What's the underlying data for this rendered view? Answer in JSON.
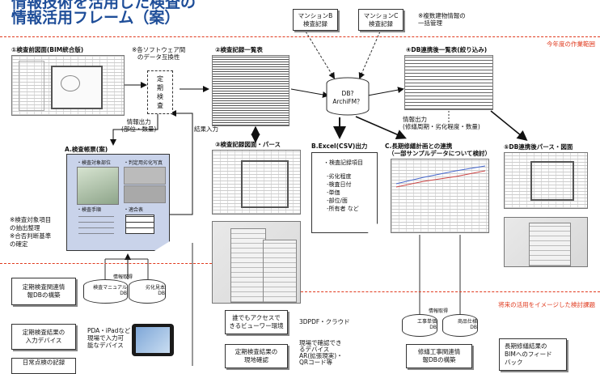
{
  "header": {
    "title_line1": "情報技術を活用した検査の",
    "title_line2": "情報活用フレーム（案）"
  },
  "top_boxes": {
    "mansion_b": [
      "マンションB",
      "検査記録"
    ],
    "mansion_c": [
      "マンションC",
      "検査記録"
    ],
    "multi_note": [
      "※複数建物情報の",
      "一括管理"
    ]
  },
  "scope": {
    "this_year": "今年度の作業範囲",
    "future": "将来の活用をイメージした検討課題"
  },
  "sections": {
    "s1": "①検査前図面(BIM統合版)",
    "s2": "②検査記録一覧表",
    "s3": "③検査記録図面・パース",
    "s4": "④DB連携後一覧表(絞り込み)",
    "s5": "⑤DB連携後パース・図面"
  },
  "interop_note": [
    "※各ソフトウェア間",
    "のデータ互換性"
  ],
  "periodic": [
    "定",
    "期",
    "検",
    "査"
  ],
  "info_out_left": [
    "情報出力",
    "(部位・数量)"
  ],
  "result_input": "結果入力",
  "sheet": {
    "title": "A.検査帳票(案)",
    "col1": "・検査対象部位",
    "col2": "・判定用劣化写真",
    "col3": "・検査手順",
    "col4": "・適合表"
  },
  "left_notes": [
    "※検査対象項目",
    "の抽出整理",
    "※合否判断基準",
    "の確定"
  ],
  "info_get": "情報取得",
  "db_left": {
    "manual": [
      "検査マニュアル",
      "DB"
    ],
    "deterioration": [
      "劣化見本",
      "DB"
    ]
  },
  "db_center": [
    "DB?",
    "ArchiFM？"
  ],
  "info_out_right": [
    "情報出力",
    "(修繕周期・劣化程度・数量)"
  ],
  "excel": {
    "title": "B.Excel(CSV)出力",
    "header": "・検査記録項目",
    "items": [
      "-劣化程度",
      "-検査日付",
      "-単価",
      "-部位/面",
      "-所有者 など"
    ]
  },
  "long_term": {
    "title": "C.長期修繕計画との連携",
    "subtitle": "（一部サンプルデータについて検討）"
  },
  "left_boxes": {
    "db_build": [
      "定期検査関連情",
      "報DBの構築"
    ],
    "input_device": [
      "定期検査結果の",
      "入力デバイス"
    ],
    "daily": "日常点検の記録"
  },
  "pda_note": [
    "PDA・iPadなど",
    "現場で入力可",
    "能なデバイス"
  ],
  "access": {
    "box": [
      "誰でもアクセスで",
      "きるビューワー環境"
    ],
    "note": "3DPDF・クラウド"
  },
  "onsite": {
    "box": [
      "定期検査結果の",
      "現地確認"
    ],
    "note": [
      "現場で確認でき",
      "るデバイス",
      "AR(拡張現実)・",
      "QRコード等"
    ]
  },
  "db_right": {
    "info_get": "情報取得",
    "unit_price": [
      "工事単価",
      "DB"
    ],
    "spec": [
      "商品仕様",
      "DB"
    ]
  },
  "repair_box": [
    "修繕工事関連情",
    "報DBの構築"
  ],
  "bim_box": [
    "長期修繕結果の",
    "BIMへのフィード",
    "バック"
  ],
  "colors": {
    "title": "#1f4e99",
    "scope_line": "#e03a1e",
    "sheet_fill": "#c9d3ea"
  }
}
